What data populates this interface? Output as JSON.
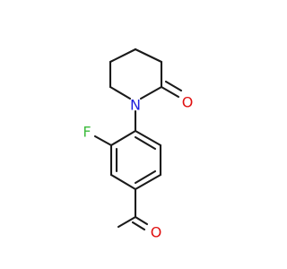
{
  "molecule": {
    "atoms": {
      "fluorine": {
        "symbol": "F",
        "color": "#3dbb3d"
      },
      "nitrogen": {
        "symbol": "N",
        "color": "#1f1fdc"
      },
      "ketone_oxygen": {
        "symbol": "O",
        "color": "#e01010"
      },
      "aldehyde_oxygen": {
        "symbol": "O",
        "color": "#e01010"
      }
    },
    "bond_color": "#1a1a1a"
  }
}
